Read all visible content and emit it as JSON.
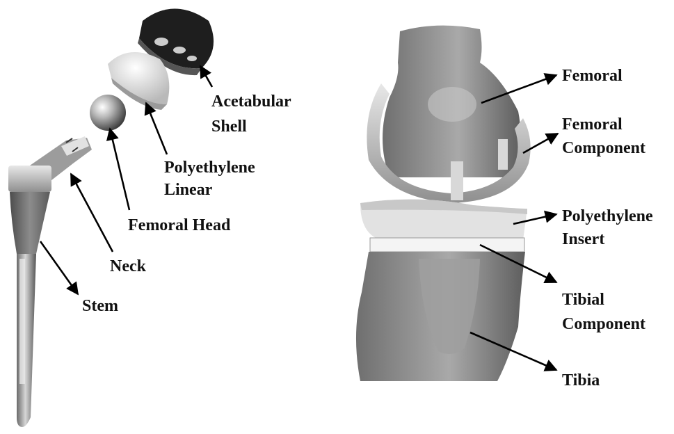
{
  "hip": {
    "labels": {
      "acetabular_shell_1": "Acetabular",
      "acetabular_shell_2": "Shell",
      "polyethylene_liner_1": "Polyethylene",
      "polyethylene_liner_2": "Linear",
      "femoral_head": "Femoral Head",
      "neck": "Neck",
      "stem": "Stem"
    }
  },
  "knee": {
    "labels": {
      "femoral": "Femoral",
      "femoral_component_1": "Femoral",
      "femoral_component_2": "Component",
      "polyethylene_insert_1": "Polyethylene",
      "polyethylene_insert_2": "Insert",
      "tibial_component_1": "Tibial",
      "tibial_component_2": "Component",
      "tibia": "Tibia"
    }
  }
}
